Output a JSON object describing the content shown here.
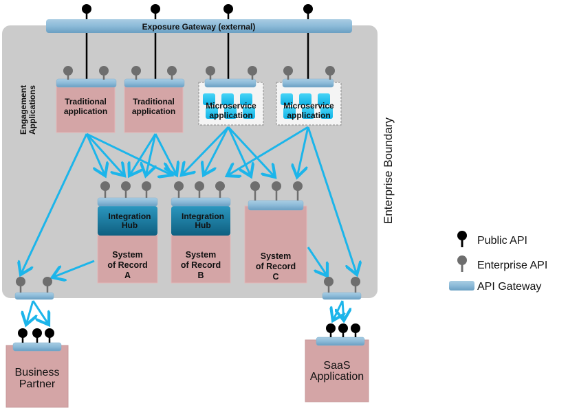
{
  "exposure_gateway": {
    "label": "Exposure Gateway (external)"
  },
  "engagement_label": [
    "Engagement",
    "Applications"
  ],
  "boundary_label": "Enterprise Boundary",
  "engagement_apps": [
    {
      "id": "trad1",
      "type": "traditional",
      "lines": [
        "Traditional",
        "application"
      ]
    },
    {
      "id": "trad2",
      "type": "traditional",
      "lines": [
        "Traditional",
        "application"
      ]
    },
    {
      "id": "micro1",
      "type": "microservice",
      "lines": [
        "Microservice",
        "application"
      ]
    },
    {
      "id": "micro2",
      "type": "microservice",
      "lines": [
        "Microservice",
        "application"
      ]
    }
  ],
  "systems": [
    {
      "id": "sorA",
      "hub": [
        "Integration",
        "Hub"
      ],
      "lines": [
        "System",
        "of Record",
        "A"
      ]
    },
    {
      "id": "sorB",
      "hub": [
        "Integration",
        "Hub"
      ],
      "lines": [
        "System",
        "of Record",
        "B"
      ]
    },
    {
      "id": "sorC",
      "hub": null,
      "lines": [
        "System",
        "of Record",
        "C"
      ]
    }
  ],
  "external": [
    {
      "id": "partner",
      "lines": [
        "Business",
        "Partner"
      ]
    },
    {
      "id": "saas",
      "lines": [
        "SaaS",
        "Application"
      ]
    }
  ],
  "legend": [
    {
      "key": "public-api",
      "label": "Public API"
    },
    {
      "key": "enterprise-api",
      "label": "Enterprise API"
    },
    {
      "key": "api-gateway",
      "label": "API Gateway"
    }
  ],
  "colors": {
    "boundary_fill": "#cbcbcb",
    "gateway": "#8fbcd8",
    "app_box": "#d4a5a6",
    "hub": "#1a7a9e",
    "arrow": "#1cb5ea",
    "public_api": "#000000",
    "enterprise_api": "#6e6e6e",
    "microservice_cell": "#1ec4f0"
  }
}
